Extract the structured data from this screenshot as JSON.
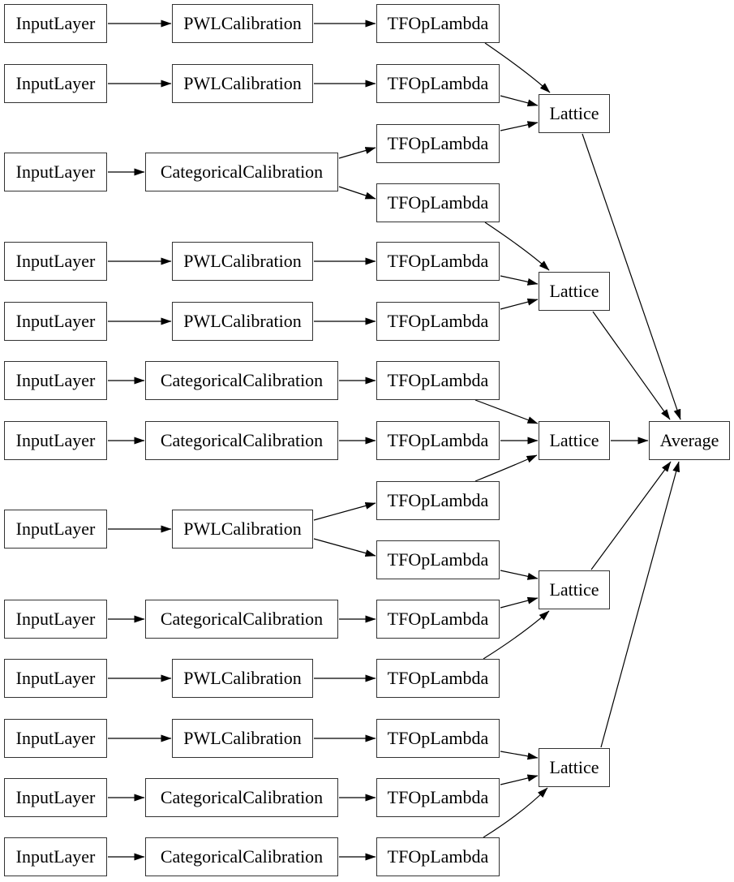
{
  "diagram_type": "model-architecture-graph",
  "colors": {
    "background": "#ffffff",
    "node_fill": "#ffffff",
    "node_border": "#333333",
    "edge": "#000000",
    "text": "#000000"
  },
  "nodes": {
    "inputs": [
      {
        "id": "input_1",
        "label": "InputLayer"
      },
      {
        "id": "input_2",
        "label": "InputLayer"
      },
      {
        "id": "input_3",
        "label": "InputLayer"
      },
      {
        "id": "input_4",
        "label": "InputLayer"
      },
      {
        "id": "input_5",
        "label": "InputLayer"
      },
      {
        "id": "input_6",
        "label": "InputLayer"
      },
      {
        "id": "input_7",
        "label": "InputLayer"
      },
      {
        "id": "input_8",
        "label": "InputLayer"
      },
      {
        "id": "input_9",
        "label": "InputLayer"
      },
      {
        "id": "input_10",
        "label": "InputLayer"
      },
      {
        "id": "input_11",
        "label": "InputLayer"
      },
      {
        "id": "input_12",
        "label": "InputLayer"
      },
      {
        "id": "input_13",
        "label": "InputLayer"
      }
    ],
    "calibrations": [
      {
        "id": "calib_1",
        "label": "PWLCalibration"
      },
      {
        "id": "calib_2",
        "label": "PWLCalibration"
      },
      {
        "id": "calib_3",
        "label": "CategoricalCalibration"
      },
      {
        "id": "calib_4",
        "label": "PWLCalibration"
      },
      {
        "id": "calib_5",
        "label": "PWLCalibration"
      },
      {
        "id": "calib_6",
        "label": "CategoricalCalibration"
      },
      {
        "id": "calib_7",
        "label": "CategoricalCalibration"
      },
      {
        "id": "calib_8",
        "label": "PWLCalibration"
      },
      {
        "id": "calib_9",
        "label": "CategoricalCalibration"
      },
      {
        "id": "calib_10",
        "label": "PWLCalibration"
      },
      {
        "id": "calib_11",
        "label": "PWLCalibration"
      },
      {
        "id": "calib_12",
        "label": "CategoricalCalibration"
      },
      {
        "id": "calib_13",
        "label": "CategoricalCalibration"
      }
    ],
    "lambdas": [
      {
        "id": "lambda_1",
        "label": "TFOpLambda"
      },
      {
        "id": "lambda_2",
        "label": "TFOpLambda"
      },
      {
        "id": "lambda_3",
        "label": "TFOpLambda"
      },
      {
        "id": "lambda_4",
        "label": "TFOpLambda"
      },
      {
        "id": "lambda_5",
        "label": "TFOpLambda"
      },
      {
        "id": "lambda_6",
        "label": "TFOpLambda"
      },
      {
        "id": "lambda_7",
        "label": "TFOpLambda"
      },
      {
        "id": "lambda_8",
        "label": "TFOpLambda"
      },
      {
        "id": "lambda_9",
        "label": "TFOpLambda"
      },
      {
        "id": "lambda_10",
        "label": "TFOpLambda"
      },
      {
        "id": "lambda_11",
        "label": "TFOpLambda"
      },
      {
        "id": "lambda_12",
        "label": "TFOpLambda"
      },
      {
        "id": "lambda_13",
        "label": "TFOpLambda"
      },
      {
        "id": "lambda_14",
        "label": "TFOpLambda"
      },
      {
        "id": "lambda_15",
        "label": "TFOpLambda"
      }
    ],
    "lattices": [
      {
        "id": "lattice_1",
        "label": "Lattice"
      },
      {
        "id": "lattice_2",
        "label": "Lattice"
      },
      {
        "id": "lattice_3",
        "label": "Lattice"
      },
      {
        "id": "lattice_4",
        "label": "Lattice"
      },
      {
        "id": "lattice_5",
        "label": "Lattice"
      }
    ],
    "output": {
      "id": "average",
      "label": "Average"
    }
  },
  "edges": [
    [
      "input_1",
      "calib_1"
    ],
    [
      "input_2",
      "calib_2"
    ],
    [
      "input_3",
      "calib_3"
    ],
    [
      "input_4",
      "calib_4"
    ],
    [
      "input_5",
      "calib_5"
    ],
    [
      "input_6",
      "calib_6"
    ],
    [
      "input_7",
      "calib_7"
    ],
    [
      "input_8",
      "calib_8"
    ],
    [
      "input_9",
      "calib_9"
    ],
    [
      "input_10",
      "calib_10"
    ],
    [
      "input_11",
      "calib_11"
    ],
    [
      "input_12",
      "calib_12"
    ],
    [
      "input_13",
      "calib_13"
    ],
    [
      "calib_1",
      "lambda_1"
    ],
    [
      "calib_2",
      "lambda_2"
    ],
    [
      "calib_3",
      "lambda_3"
    ],
    [
      "calib_3",
      "lambda_4"
    ],
    [
      "calib_4",
      "lambda_5"
    ],
    [
      "calib_5",
      "lambda_6"
    ],
    [
      "calib_6",
      "lambda_7"
    ],
    [
      "calib_7",
      "lambda_8"
    ],
    [
      "calib_8",
      "lambda_9"
    ],
    [
      "calib_8",
      "lambda_10"
    ],
    [
      "calib_9",
      "lambda_11"
    ],
    [
      "calib_10",
      "lambda_12"
    ],
    [
      "calib_11",
      "lambda_13"
    ],
    [
      "calib_12",
      "lambda_14"
    ],
    [
      "calib_13",
      "lambda_15"
    ],
    [
      "lambda_1",
      "lattice_1"
    ],
    [
      "lambda_2",
      "lattice_1"
    ],
    [
      "lambda_3",
      "lattice_1"
    ],
    [
      "lambda_4",
      "lattice_2"
    ],
    [
      "lambda_5",
      "lattice_2"
    ],
    [
      "lambda_6",
      "lattice_2"
    ],
    [
      "lambda_7",
      "lattice_3"
    ],
    [
      "lambda_8",
      "lattice_3"
    ],
    [
      "lambda_9",
      "lattice_3"
    ],
    [
      "lambda_10",
      "lattice_4"
    ],
    [
      "lambda_11",
      "lattice_4"
    ],
    [
      "lambda_12",
      "lattice_4"
    ],
    [
      "lambda_13",
      "lattice_5"
    ],
    [
      "lambda_14",
      "lattice_5"
    ],
    [
      "lambda_15",
      "lattice_5"
    ],
    [
      "lattice_1",
      "average"
    ],
    [
      "lattice_2",
      "average"
    ],
    [
      "lattice_3",
      "average"
    ],
    [
      "lattice_4",
      "average"
    ],
    [
      "lattice_5",
      "average"
    ]
  ]
}
